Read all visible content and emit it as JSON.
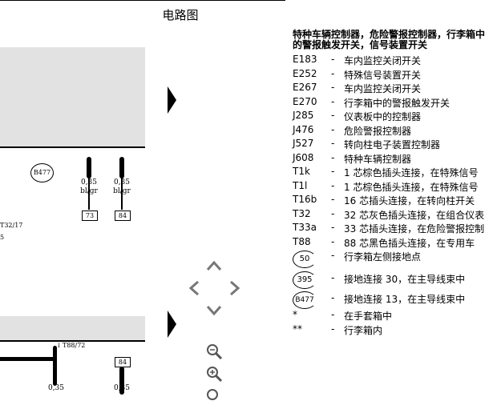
{
  "title": "电路图",
  "diagram": {
    "connector_B477": "B477",
    "wire_size": "0,35",
    "wire_color": "bl/gr",
    "pin_73": "73",
    "pin_84": "84",
    "ref_T32_17": "T32/17",
    "ref_T88_72": "T88/72",
    "ref_5": "5"
  },
  "legend": {
    "heading": "特种车辆控制器，危险警报控制器，行李箱中的警报触发开关，信号装置开关",
    "items": [
      {
        "code": "E183",
        "dash": "-",
        "desc": "车内监控关闭开关"
      },
      {
        "code": "E252",
        "dash": "-",
        "desc": "特殊信号装置开关"
      },
      {
        "code": "E267",
        "dash": "-",
        "desc": "车内监控关闭开关"
      },
      {
        "code": "E270",
        "dash": "-",
        "desc": "行李箱中的警报触发开关"
      },
      {
        "code": "J285",
        "dash": "-",
        "desc": "仪表板中的控制器"
      },
      {
        "code": "J476",
        "dash": "-",
        "desc": "危险警报控制器"
      },
      {
        "code": "J527",
        "dash": "-",
        "desc": "转向柱电子装置控制器"
      },
      {
        "code": "J608",
        "dash": "-",
        "desc": "特种车辆控制器"
      },
      {
        "code": "T1k",
        "dash": "-",
        "desc": "1 芯棕色插头连接，在特殊信号"
      },
      {
        "code": "T1l",
        "dash": "-",
        "desc": "1 芯棕色插头连接，在特殊信号"
      },
      {
        "code": "T16b",
        "dash": "-",
        "desc": "16 芯插头连接，在转向柱开关"
      },
      {
        "code": "T32",
        "dash": "-",
        "desc": "32 芯灰色插头连接，在组合仪表"
      },
      {
        "code": "T33a",
        "dash": "-",
        "desc": "33 芯插头连接，在危险警报控制"
      },
      {
        "code": "T88",
        "dash": "-",
        "desc": "88 芯黑色插头连接，在专用车"
      }
    ],
    "ground_items": [
      {
        "code": "50",
        "dash": "-",
        "desc": "行李箱左侧接地点"
      },
      {
        "code": "395",
        "dash": "-",
        "desc": "接地连接 30，在主导线束中"
      },
      {
        "code": "B477",
        "dash": "-",
        "desc": "接地连接 13，在主导线束中"
      }
    ],
    "notes": [
      {
        "code": "*",
        "dash": "-",
        "desc": "在手套箱中"
      },
      {
        "code": "**",
        "dash": "-",
        "desc": "行李箱内"
      }
    ]
  },
  "colors": {
    "panel_grey": "#e2e2e2",
    "nav_grey": "#777777"
  }
}
